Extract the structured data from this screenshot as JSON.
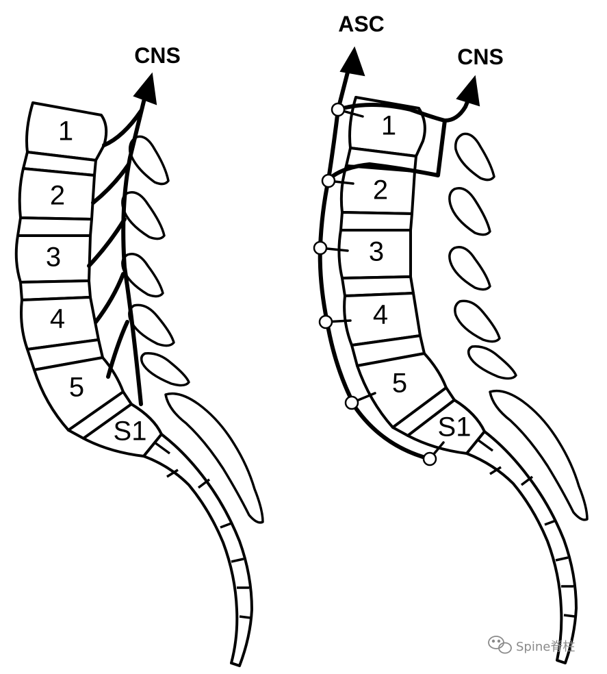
{
  "left_panel": {
    "cns_label": "CNS",
    "vertebrae": [
      "1",
      "2",
      "3",
      "4",
      "5",
      "S1"
    ]
  },
  "right_panel": {
    "asc_label": "ASC",
    "cns_label": "CNS",
    "vertebrae": [
      "1",
      "2",
      "3",
      "4",
      "5",
      "S1"
    ]
  },
  "watermark": {
    "text": "Spine脊柱",
    "icon": "wechat-icon"
  },
  "colors": {
    "ink": "#000000",
    "paper": "#ffffff",
    "watermark": "#8a8a8a"
  }
}
